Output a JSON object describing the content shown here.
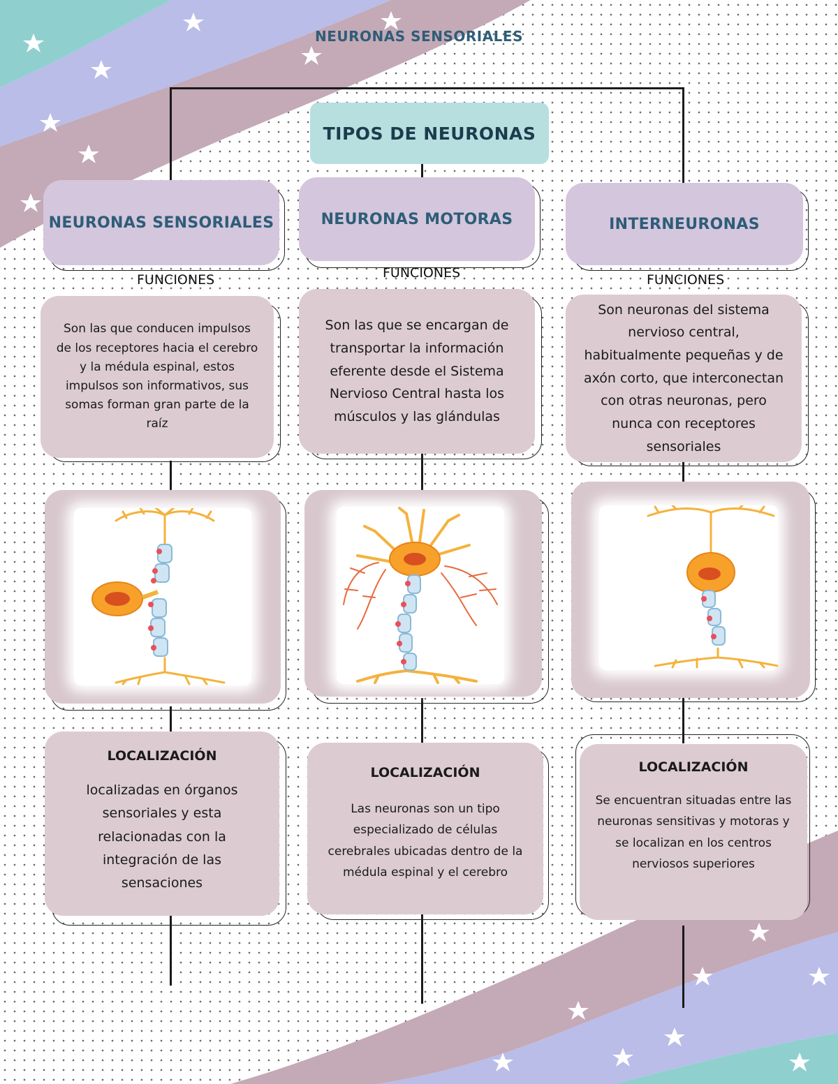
{
  "page_title": "NEURONAS SENSORIALES",
  "root": {
    "label": "TIPOS DE NEURONAS"
  },
  "columns": [
    {
      "header": "NEURONAS SENSORIALES",
      "funciones_label": "FUNCIONES",
      "funciones_text": "Son las que conducen impulsos de los receptores hacia el cerebro y la médula espinal, estos impulsos son informativos, sus somas forman gran parte de la raíz",
      "image_name": "sensory-neuron-illustration",
      "localizacion_title": "LOCALIZACIÓN",
      "localizacion_text": "localizadas en órganos sensoriales y esta relacionadas con la integración de las sensaciones"
    },
    {
      "header": "NEURONAS MOTORAS",
      "funciones_label": "FUNCIONES",
      "funciones_text": "Son las que se encargan de transportar la información eferente desde el Sistema Nervioso Central hasta los músculos y las glándulas",
      "image_name": "motor-neuron-illustration",
      "localizacion_title": "LOCALIZACIÓN",
      "localizacion_text": "Las neuronas son un tipo especializado de células cerebrales ubicadas dentro de la médula espinal y el cerebro"
    },
    {
      "header": "INTERNEURONAS",
      "funciones_label": "FUNCIONES",
      "funciones_text": "Son neuronas del sistema nervioso central, habitualmente pequeñas y de axón corto, que interconectan con otras neuronas, pero nunca con receptores sensoriales",
      "image_name": "interneuron-illustration",
      "localizacion_title": "LOCALIZACIÓN",
      "localizacion_text": "Se encuentran situadas entre las neuronas sensitivas y motoras y se localizan en los centros nerviosos superiores"
    }
  ],
  "colors": {
    "header_bg": "#d4c6dc",
    "header_text": "#2e5d78",
    "root_bg": "#b7dfdf",
    "card_bg": "#dcccd2",
    "wave_teal": "#8fd0cf",
    "wave_lavender": "#b9bde8",
    "wave_mauve": "#c4a9b6"
  }
}
